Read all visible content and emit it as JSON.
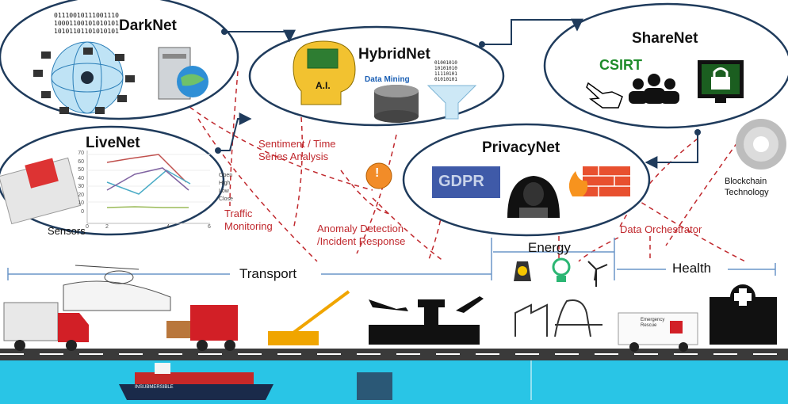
{
  "nodes": {
    "darknet": {
      "title": "DarkNet",
      "binary": [
        "01110010111001110",
        "10001100101010101",
        "10101101101010101"
      ]
    },
    "hybridnet": {
      "title": "HybridNet",
      "ai": "A.I.",
      "data_mining": "Data Mining",
      "binary": [
        "01001010",
        "10101010",
        "11110101",
        "01010101"
      ]
    },
    "sharenet": {
      "title": "ShareNet",
      "csirt": "CSIRT"
    },
    "livenet": {
      "title": "LiveNet",
      "sensors": "Sensors",
      "legend": [
        "Open",
        "High",
        "Low",
        "Close"
      ],
      "y_ticks": [
        "70",
        "60",
        "50",
        "40",
        "30",
        "20",
        "10",
        "0"
      ],
      "x_ticks": [
        "0",
        "2",
        "4",
        "6"
      ]
    },
    "privacynet": {
      "title": "PrivacyNet",
      "gdpr": "GDPR"
    }
  },
  "annotations": {
    "sentiment": [
      "Sentiment / Time",
      "Series Analysis"
    ],
    "traffic": [
      "Traffic",
      "Monitoring"
    ],
    "anomaly": [
      "Anomaly Detection",
      "/Incident Response"
    ],
    "orchestrator": "Data Orchestrator",
    "blockchain": [
      "Blockchain",
      "Technology"
    ]
  },
  "sectors": {
    "transport": "Transport",
    "energy": "Energy",
    "health": "Health"
  },
  "vehicles": {
    "ambulance": [
      "Emergency",
      "Rescue"
    ],
    "ship": "INSUBMERSIBLE"
  },
  "colors": {
    "ellipse_border": "#1f3b5c",
    "link": "#c0282d",
    "sea": "#29c5e6",
    "road": "#3a3a3a"
  }
}
